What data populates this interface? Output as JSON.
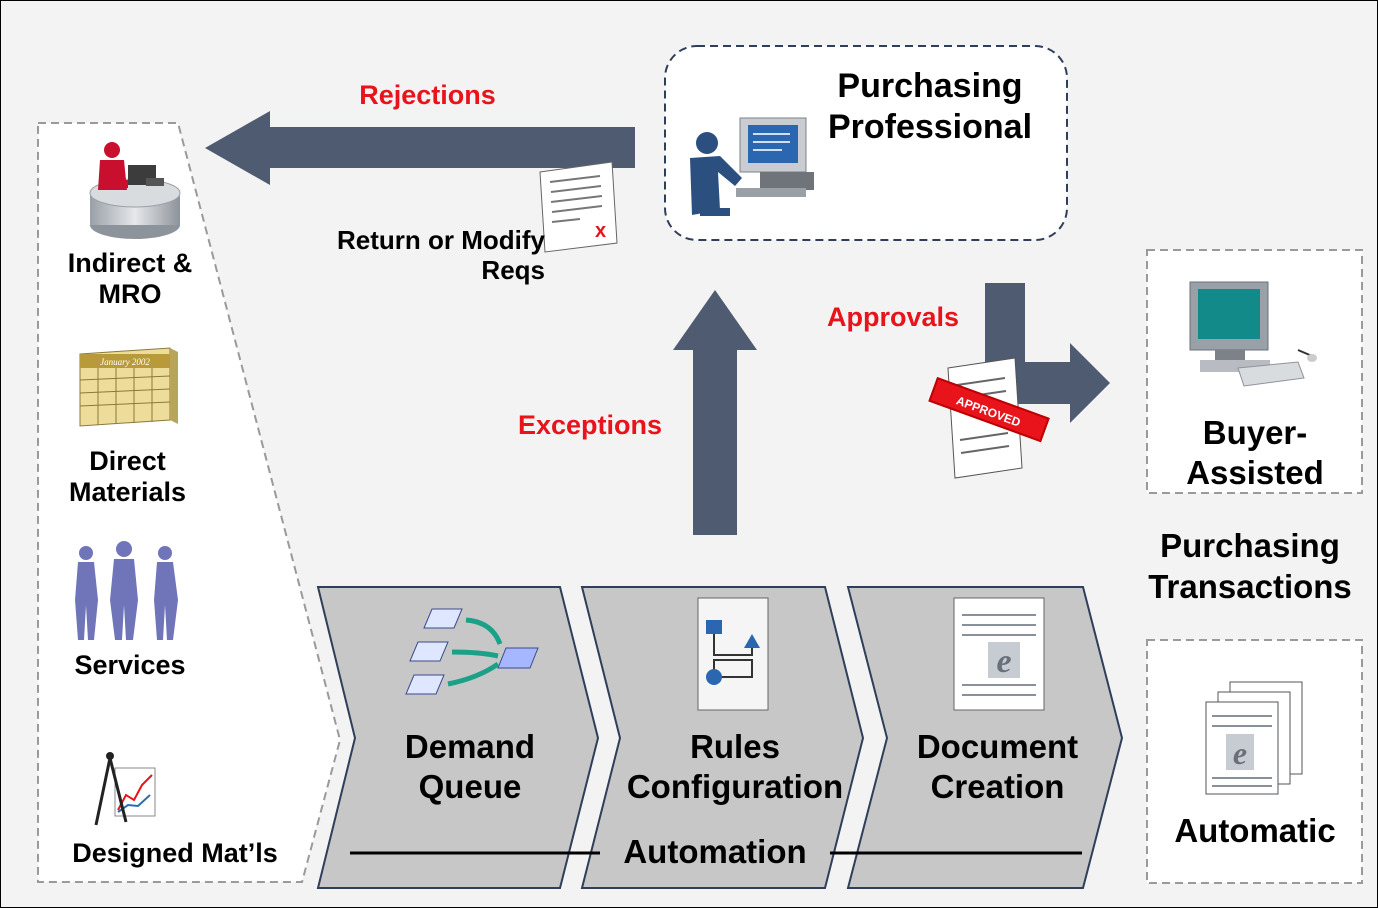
{
  "sources": {
    "indirect": "Indirect & MRO",
    "direct": "Direct Materials",
    "services": "Services",
    "designed": "Designed Mat’ls",
    "calendar_text": "January 2002"
  },
  "professional": {
    "title": "Purchasing Professional"
  },
  "flows": {
    "rejections": "Rejections",
    "return": "Return or Modify Reqs",
    "exceptions": "Exceptions",
    "approvals": "Approvals",
    "stamp": "APPROVED"
  },
  "automation": {
    "steps": [
      "Demand Queue",
      "Rules Configuration",
      "Document Creation"
    ],
    "label": "Automation"
  },
  "transactions": {
    "buyer": "Buyer-Assisted",
    "heading": "Purchasing Transactions",
    "automatic": "Automatic",
    "doc_letter": "e"
  },
  "colors": {
    "arrow": "#4f5b70",
    "accent_red": "#e8131b",
    "chevron_fill": "#c7c7c7",
    "chevron_stroke": "#2f3e59",
    "frame_bg": "#f3f3f3"
  }
}
